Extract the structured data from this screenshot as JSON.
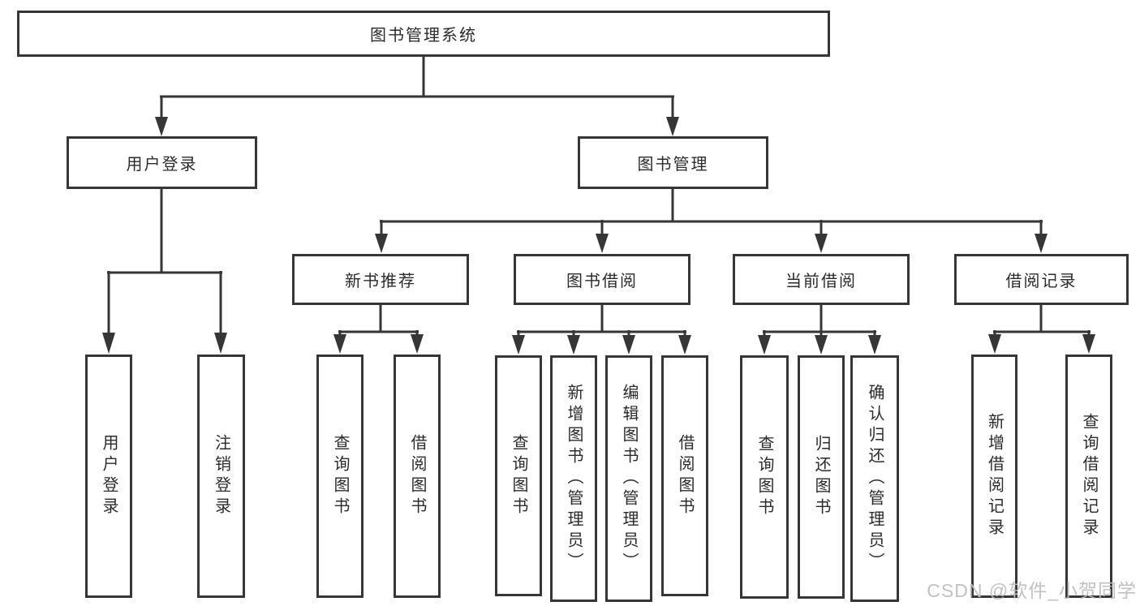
{
  "tree": {
    "root": {
      "label": "图书管理系统"
    },
    "level2": [
      {
        "label": "用户登录",
        "children": [
          {
            "label": "用户登录"
          },
          {
            "label": "注销登录"
          }
        ]
      },
      {
        "label": "图书管理",
        "children": [
          {
            "label": "新书推荐",
            "children": [
              {
                "label": "查询图书"
              },
              {
                "label": "借阅图书"
              }
            ]
          },
          {
            "label": "图书借阅",
            "children": [
              {
                "label": "查询图书"
              },
              {
                "label": "新增图书（管理员）"
              },
              {
                "label": "编辑图书（管理员）"
              },
              {
                "label": "借阅图书"
              }
            ]
          },
          {
            "label": "当前借阅",
            "children": [
              {
                "label": "查询图书"
              },
              {
                "label": "归还图书"
              },
              {
                "label": "确认归还（管理员）"
              }
            ]
          },
          {
            "label": "借阅记录",
            "children": [
              {
                "label": "新增借阅记录"
              },
              {
                "label": "查询借阅记录"
              }
            ]
          }
        ]
      }
    ]
  },
  "watermark": {
    "text": "CSDN @软件_小贺同学"
  },
  "colors": {
    "line": "#363636",
    "box_border": "#363636",
    "box_background": "#ffffff",
    "text": "#2b2b2b",
    "watermark": "#bebebe"
  }
}
